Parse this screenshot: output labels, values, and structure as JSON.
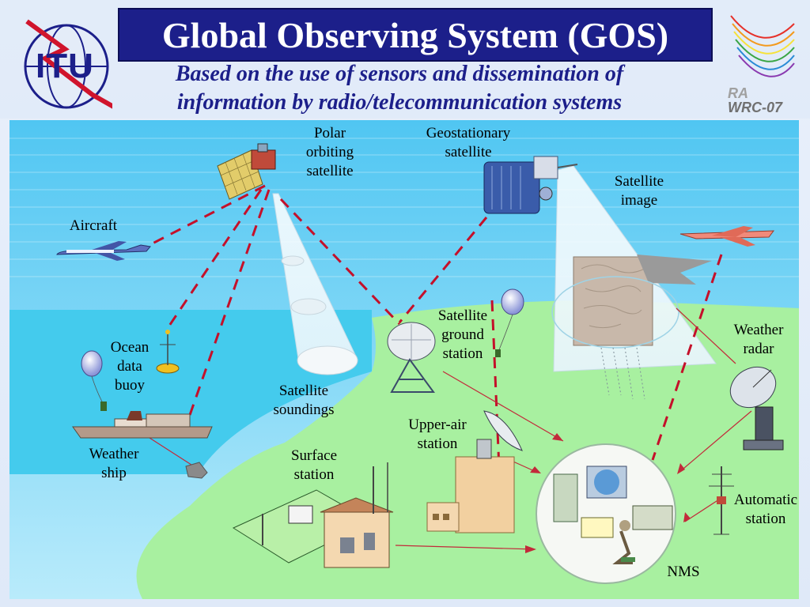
{
  "header": {
    "title": "Global Observing System (GOS)",
    "subtitle_line1": "Based on the use of sensors and dissemination of",
    "subtitle_line2": "information by radio/telecommunication systems",
    "left_logo_text": "ITU",
    "right_logo_text1": "RA",
    "right_logo_text2": "WRC-07"
  },
  "labels": {
    "polar_satellite": [
      "Polar",
      "orbiting",
      "satellite"
    ],
    "geo_satellite": [
      "Geostationary",
      "satellite"
    ],
    "satellite_image": [
      "Satellite",
      "image"
    ],
    "aircraft": [
      "Aircraft"
    ],
    "ocean_buoy": [
      "Ocean",
      "data",
      "buoy"
    ],
    "satellite_soundings": [
      "Satellite",
      "soundings"
    ],
    "ground_station": [
      "Satellite",
      "ground",
      "station"
    ],
    "weather_radar": [
      "Weather",
      "radar"
    ],
    "upper_air": [
      "Upper-air",
      "station"
    ],
    "weather_ship": [
      "Weather",
      "ship"
    ],
    "surface_station": [
      "Surface",
      "station"
    ],
    "automatic_station": [
      "Automatic",
      "station"
    ],
    "nms": [
      "NMS"
    ]
  },
  "colors": {
    "title_bg": "#1c1f8a",
    "subtitle": "#1c1f8a",
    "sky": "#7fd3f3",
    "sea": "#4fd0ee",
    "land": "#a6ef9c",
    "link_dashed": "#c4102a",
    "link_solid": "#c22a3a"
  }
}
